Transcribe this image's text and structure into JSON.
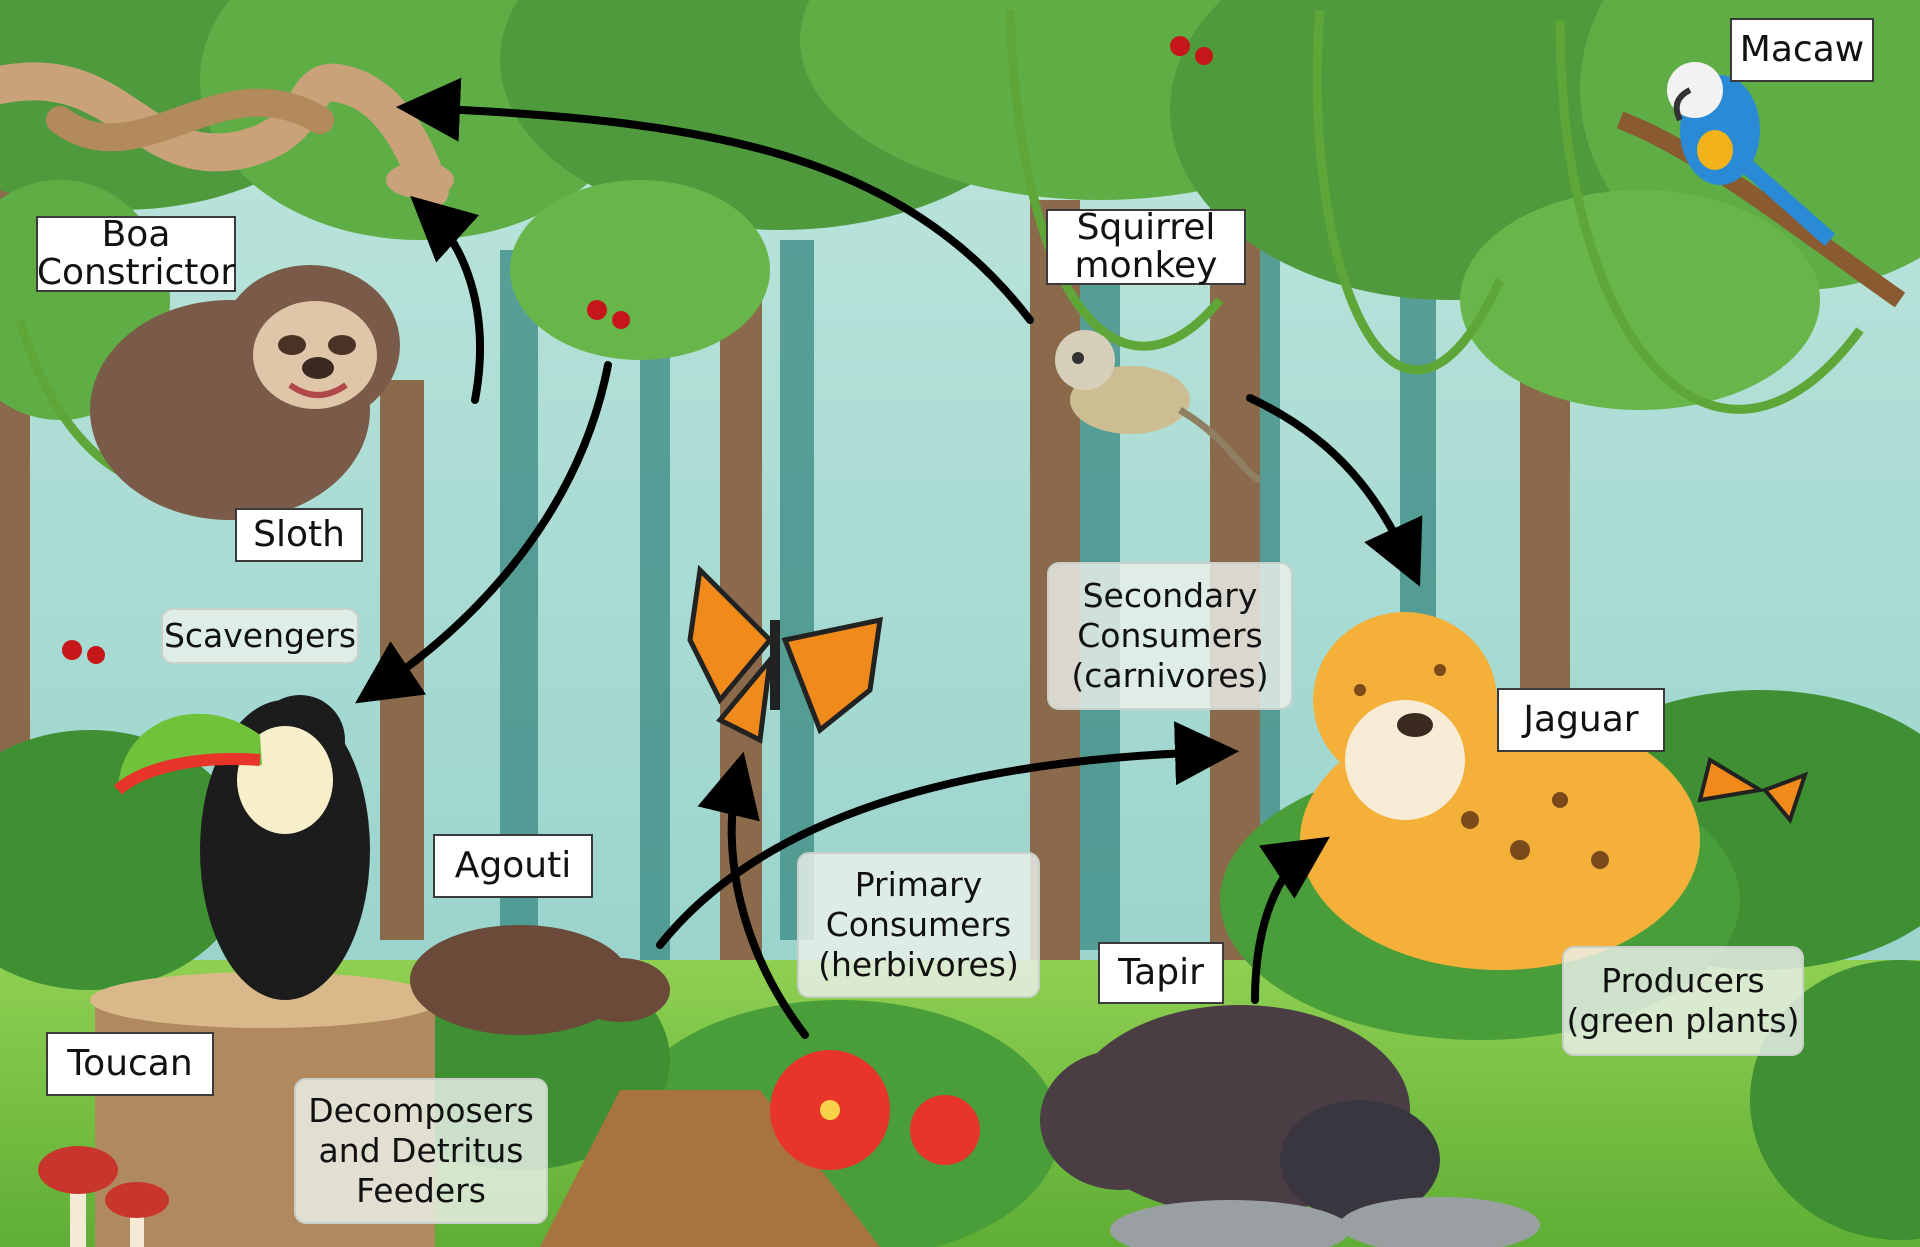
{
  "animals": {
    "boa": {
      "line1": "Boa",
      "line2": "Constrictor"
    },
    "squirrel_monkey": {
      "line1": "Squirrel",
      "line2": "monkey"
    },
    "macaw": "Macaw",
    "sloth": "Sloth",
    "jaguar": "Jaguar",
    "agouti": "Agouti",
    "tapir": "Tapir",
    "toucan": "Toucan"
  },
  "categories": {
    "scavengers": "Scavengers",
    "secondary": {
      "line1": "Secondary",
      "line2": "Consumers",
      "line3": "(carnivores)"
    },
    "primary": {
      "line1": "Primary",
      "line2": "Consumers",
      "line3": "(herbivores)"
    },
    "producers": {
      "line1": "Producers",
      "line2": "(green plants)"
    },
    "decomposers": {
      "line1": "Decomposers",
      "line2": "and Detritus",
      "line3": "Feeders"
    }
  },
  "colors": {
    "sky": "#a7d8d8",
    "canopy": "#4e9a3c",
    "arrow": "#000000",
    "ground": "#6dbd3e"
  }
}
